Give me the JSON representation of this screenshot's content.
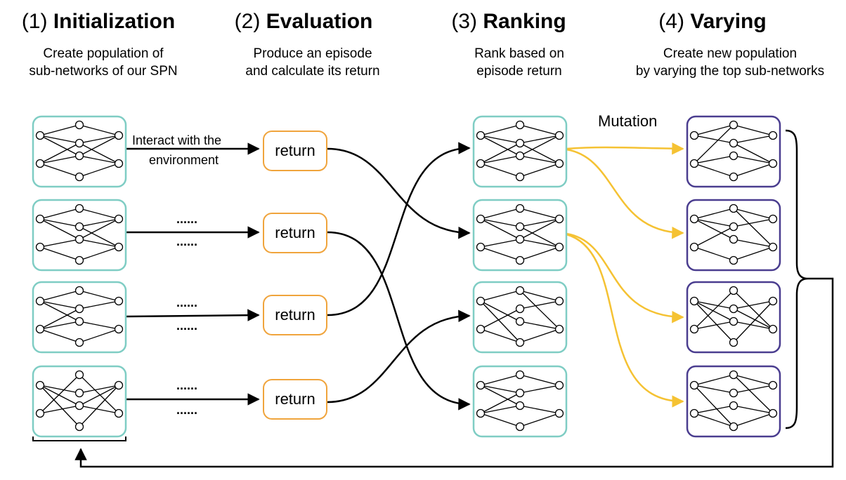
{
  "steps": [
    {
      "num": "(1)",
      "word": "Initialization",
      "desc1": "Create population of",
      "desc2": "sub-networks of our SPN"
    },
    {
      "num": "(2)",
      "word": "Evaluation",
      "desc1": "Produce an episode",
      "desc2": "and calculate its return"
    },
    {
      "num": "(3)",
      "word": "Ranking",
      "desc1": "Rank based on",
      "desc2": "episode return"
    },
    {
      "num": "(4)",
      "word": "Varying",
      "desc1": "Create new population",
      "desc2": "by varying the top sub-networks"
    }
  ],
  "interact_line1": "Interact with the",
  "interact_line2": "environment",
  "dots": "......",
  "return_label": "return",
  "mutation_label": "Mutation",
  "colors": {
    "teal": "#7fcdc4",
    "purple": "#4a3d8f",
    "orange": "#f0a43c",
    "yellow": "#f5c233"
  }
}
